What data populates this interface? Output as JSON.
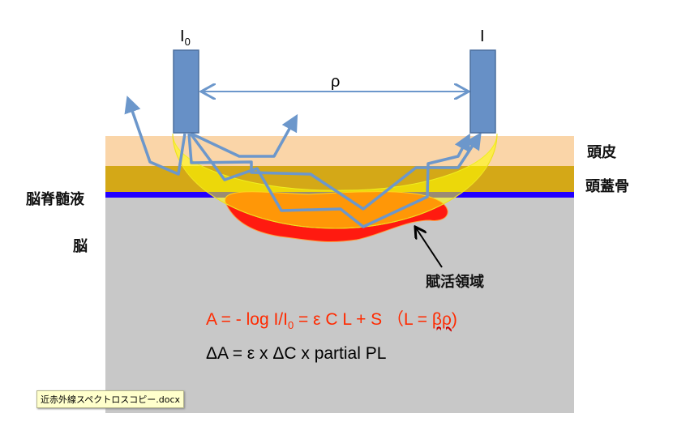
{
  "labels": {
    "source": "I",
    "source_sub": "0",
    "detector": "I",
    "distance": "ρ",
    "scalp": "頭皮",
    "skull": "頭蓋骨",
    "csf": "脳脊髄液",
    "brain": "脳",
    "activation": "賦活領域"
  },
  "formulas": {
    "f1_a": "A = - log I/I",
    "f1_sub": "0",
    "f1_b": " = ε C L + S （L = ",
    "f1_c": "βρ",
    "f1_d": ")",
    "f2": "ΔA = ε x ΔC x partial PL"
  },
  "file_label": "近赤外線スペクトロスコピー.docx",
  "colors": {
    "scalp": "#fad5a8",
    "skull": "#d4a817",
    "csf": "#2200ff",
    "brain": "#c8c8c8",
    "probe": "#6790c6",
    "light": "#6c97cb",
    "activation": "#ff1a10"
  }
}
